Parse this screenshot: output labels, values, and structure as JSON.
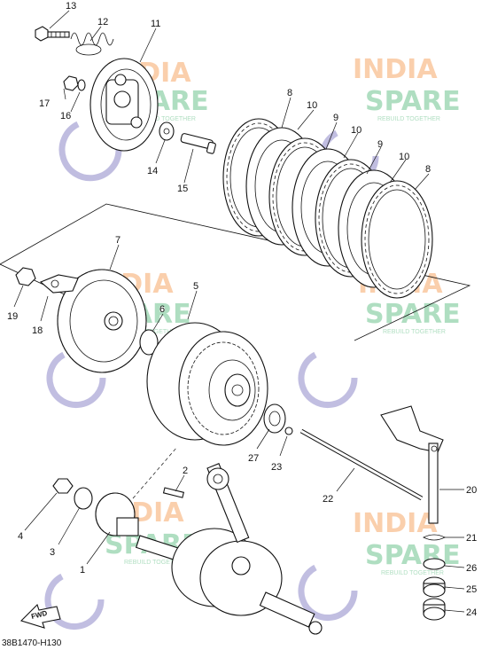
{
  "diagram": {
    "code": "38B1470-H130",
    "fwd_label": "FWD",
    "callouts": [
      "1",
      "2",
      "3",
      "4",
      "5",
      "6",
      "7",
      "8",
      "9",
      "10",
      "11",
      "12",
      "13",
      "14",
      "15",
      "16",
      "17",
      "18",
      "19",
      "20",
      "21",
      "22",
      "23",
      "24",
      "25",
      "26",
      "27",
      "8",
      "9",
      "10",
      "10"
    ]
  },
  "watermark": {
    "word1": "INDIA",
    "word2": "SPARE",
    "tagline": "REBUILD TOGETHER",
    "colors": {
      "orange": "#f7a96a",
      "green": "#6fc48f",
      "purple": "#8e88c8"
    }
  }
}
